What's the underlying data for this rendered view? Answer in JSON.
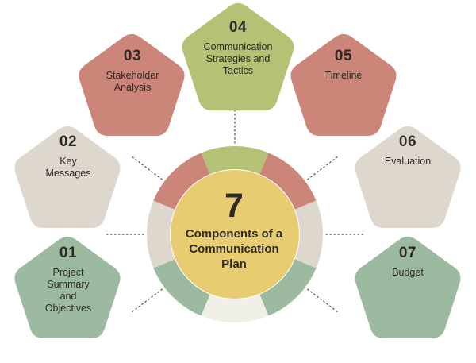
{
  "diagram": {
    "title": "7 Components of a Communication Plan",
    "type": "pentagon-hub-and-spoke-infographic"
  },
  "hub": {
    "number": "7",
    "line1": "Components of a",
    "line2": "Communication",
    "line3": "Plan",
    "fill": "#e8cc71"
  },
  "colors": {
    "rose": "#cc8579",
    "olive": "#b5c174",
    "beige": "#ded7cd",
    "sage": "#9cba9f",
    "yellow": "#e8cc71",
    "offwhite": "#f0f0e7",
    "text": "#2e2a26",
    "connector": "#555555",
    "background": "#ffffff"
  },
  "nodes": [
    {
      "number": "01",
      "label": "Project Summary and Objectives",
      "lines": [
        "Project",
        "Summary",
        "and",
        "Objectives"
      ],
      "fill": "#9cba9f",
      "position": "bottom-left"
    },
    {
      "number": "02",
      "label": "Key Messages",
      "lines": [
        "Key",
        "Messages"
      ],
      "fill": "#ded7cd",
      "position": "mid-left"
    },
    {
      "number": "03",
      "label": "Stakeholder Analysis",
      "lines": [
        "Stakeholder",
        "Analysis"
      ],
      "fill": "#cc8579",
      "position": "upper-left"
    },
    {
      "number": "04",
      "label": "Communication Strategies and Tactics",
      "lines": [
        "Communication",
        "Strategies and",
        "Tactics"
      ],
      "fill": "#b5c174",
      "position": "top-center"
    },
    {
      "number": "05",
      "label": "Timeline",
      "lines": [
        "Timeline"
      ],
      "fill": "#cc8579",
      "position": "upper-right"
    },
    {
      "number": "06",
      "label": "Evaluation",
      "lines": [
        "Evaluation"
      ],
      "fill": "#ded7cd",
      "position": "mid-right"
    },
    {
      "number": "07",
      "label": "Budget",
      "lines": [
        "Budget"
      ],
      "fill": "#9cba9f",
      "position": "bottom-right"
    }
  ],
  "ring_segments": [
    {
      "name": "segment-04",
      "fill": "#b5c174"
    },
    {
      "name": "segment-05",
      "fill": "#cc8579"
    },
    {
      "name": "segment-06",
      "fill": "#ded7cd"
    },
    {
      "name": "segment-07",
      "fill": "#9cba9f"
    },
    {
      "name": "segment-bottom",
      "fill": "#f0f0e7"
    },
    {
      "name": "segment-01",
      "fill": "#9cba9f"
    },
    {
      "name": "segment-02",
      "fill": "#ded7cd"
    },
    {
      "name": "segment-03",
      "fill": "#cc8579"
    }
  ]
}
